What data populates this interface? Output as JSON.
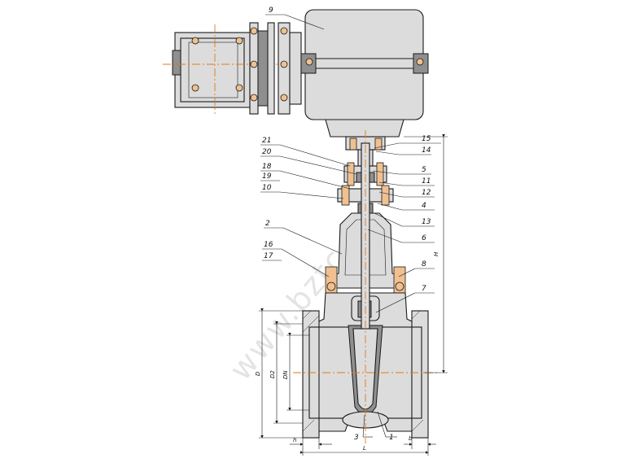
{
  "labels": {
    "p9": "9",
    "p15": "15",
    "p14": "14",
    "p21": "21",
    "p20": "20",
    "p5": "5",
    "p18": "18",
    "p19": "19",
    "p11": "11",
    "p12": "12",
    "p10": "10",
    "p4": "4",
    "p13": "13",
    "p2": "2",
    "p6": "6",
    "p16": "16",
    "p17": "17",
    "p8": "8",
    "p7": "7",
    "p3": "3",
    "p1": "1"
  },
  "dimensions": {
    "D": "D",
    "D2": "D2",
    "DN": "DN",
    "H": "H",
    "L": "L",
    "h": "h",
    "b": "b"
  },
  "watermark": "www.bztc.ru",
  "colors": {
    "line": "#1a1a1a",
    "fill": "#dcdcdc",
    "axis": "#e07a1a",
    "bolt": "#f0c090"
  }
}
